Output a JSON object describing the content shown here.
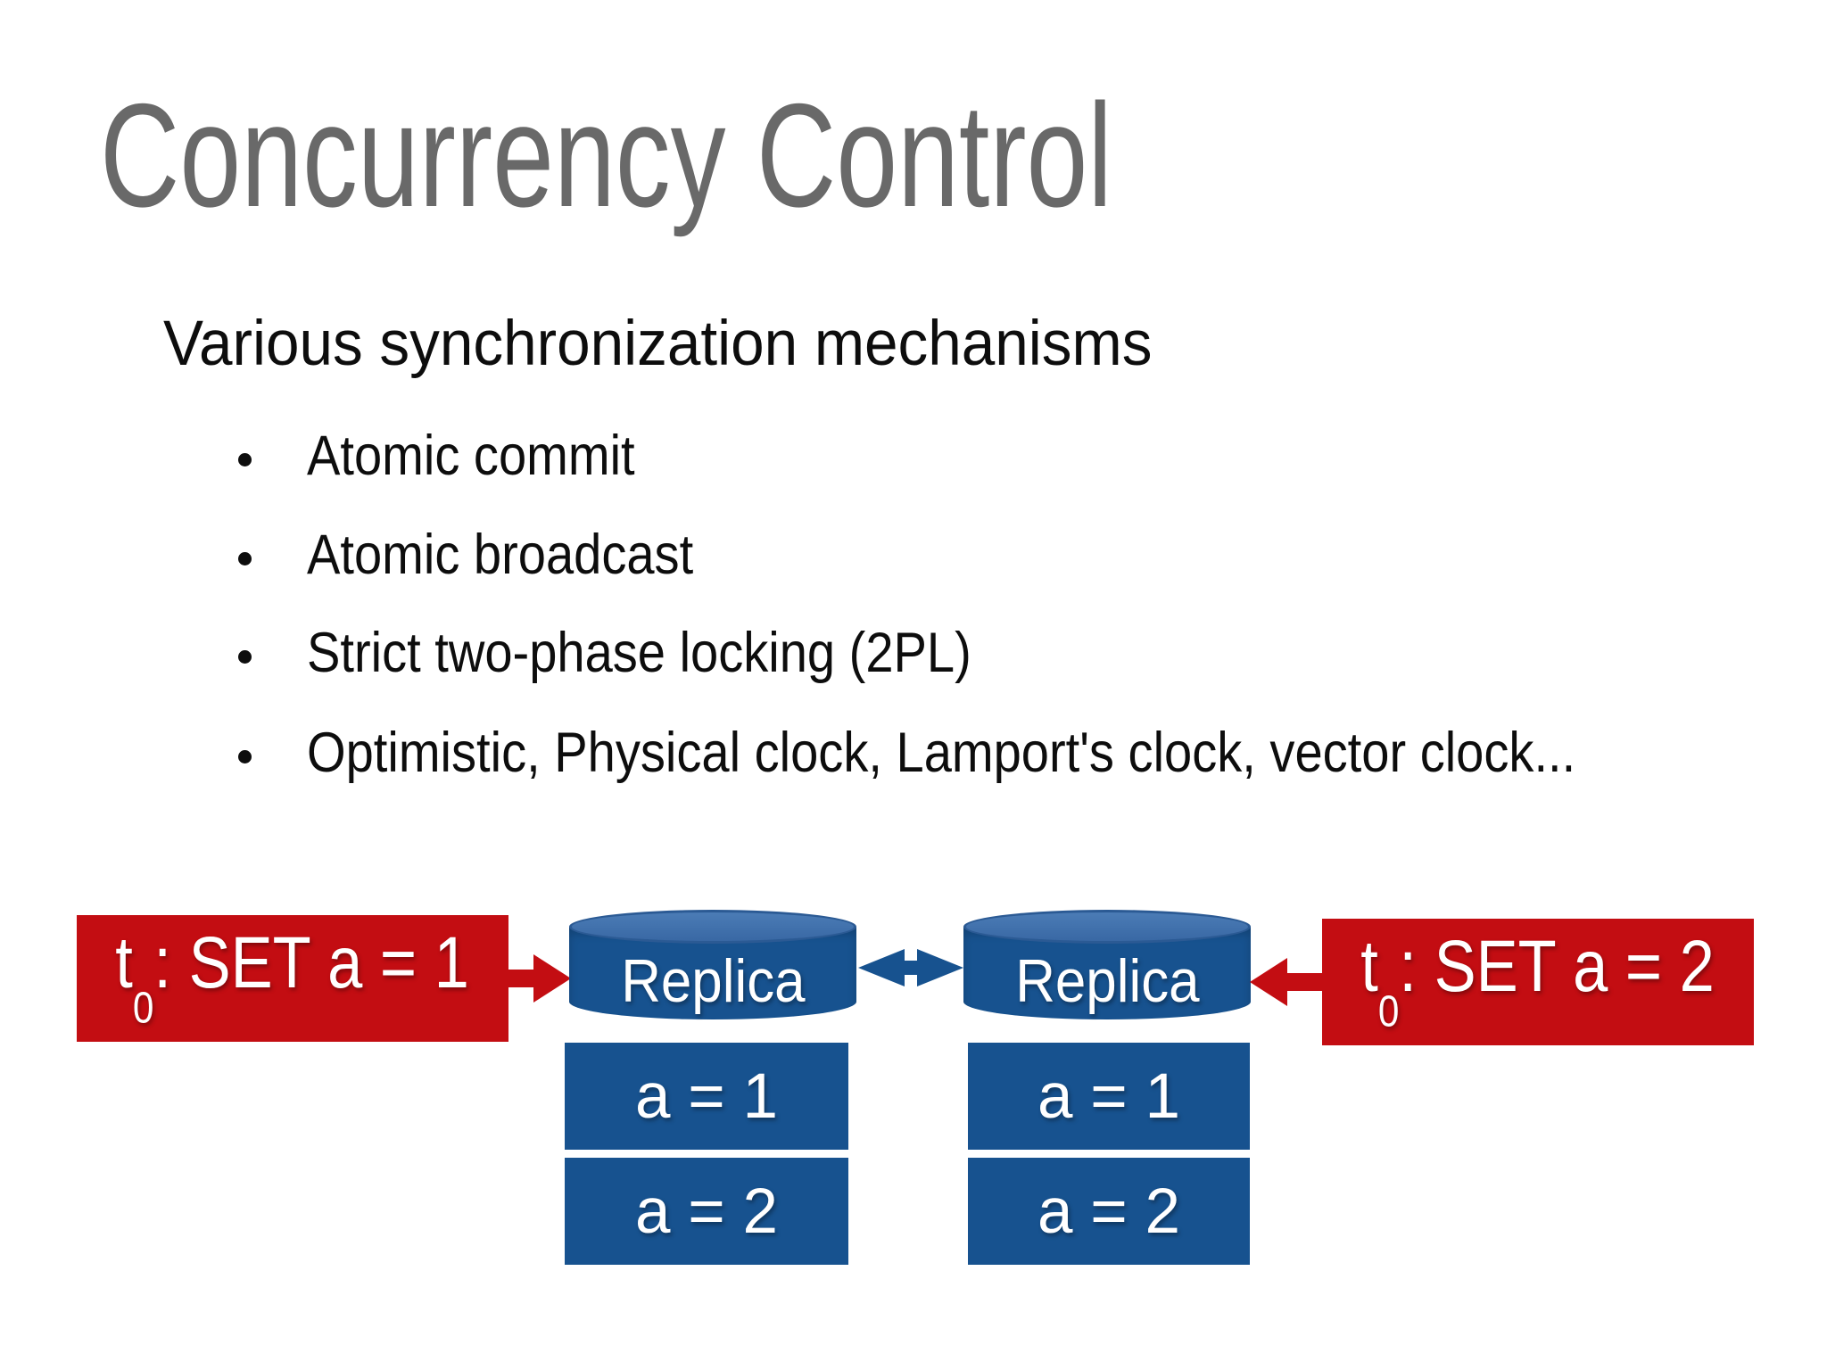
{
  "slide": {
    "title": "Concurrency Control",
    "subtitle": "Various synchronization mechanisms",
    "bullets": [
      "Atomic commit",
      "Atomic broadcast",
      "Strict two-phase locking (2PL)",
      "Optimistic, Physical clock, Lamport's clock, vector clock..."
    ]
  },
  "diagram": {
    "txn_left": {
      "base": "t",
      "sub": "0",
      "rest": ": SET a = 1"
    },
    "txn_right": {
      "base": "t",
      "sub": "0",
      "rest": ": SET a = 2"
    },
    "replica_left": "Replica",
    "replica_right": "Replica",
    "left_log": [
      "a = 1",
      "a = 2"
    ],
    "right_log": [
      "a = 1",
      "a = 2"
    ]
  },
  "colors": {
    "red": "#C30D12",
    "blue": "#17528F",
    "cyl-top-light": "#4B7CB6",
    "cyl-top-dark": "#3968A4",
    "cyl-rim": "#2B5A94",
    "title-gray": "#696969",
    "text-black": "#0D0D0D"
  }
}
